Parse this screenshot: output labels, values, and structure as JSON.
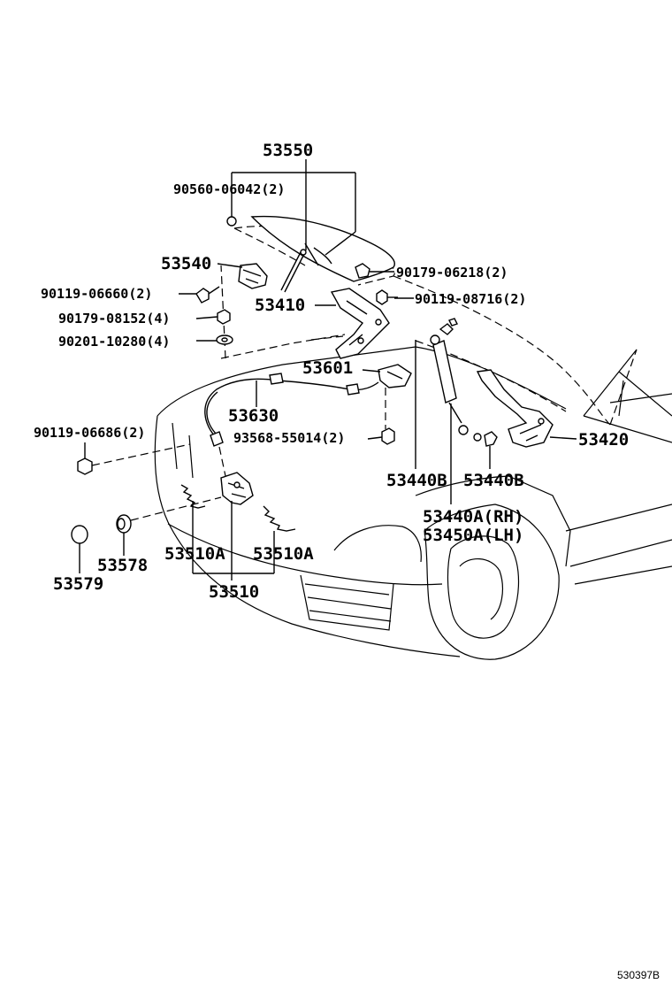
{
  "labels": {
    "p53550": "53550",
    "p90560": "90560-06042(2)",
    "p53540": "53540",
    "p90179_06218": "90179-06218(2)",
    "p90119_06660": "90119-06660(2)",
    "p90119_08716": "90119-08716(2)",
    "p53410": "53410",
    "p90179_08152": "90179-08152(4)",
    "p90201": "90201-10280(4)",
    "p53601": "53601",
    "p53630": "53630",
    "p90119_06686": "90119-06686(2)",
    "p93568": "93568-55014(2)",
    "p53420": "53420",
    "p53440B_left": "53440B",
    "p53440B_right": "53440B",
    "p53440A": "53440A(RH)",
    "p53450A": "53450A(LH)",
    "p53579": "53579",
    "p53578": "53578",
    "p53510A_left": "53510A",
    "p53510A_right": "53510A",
    "p53510": "53510"
  },
  "footer_code": "530397B"
}
